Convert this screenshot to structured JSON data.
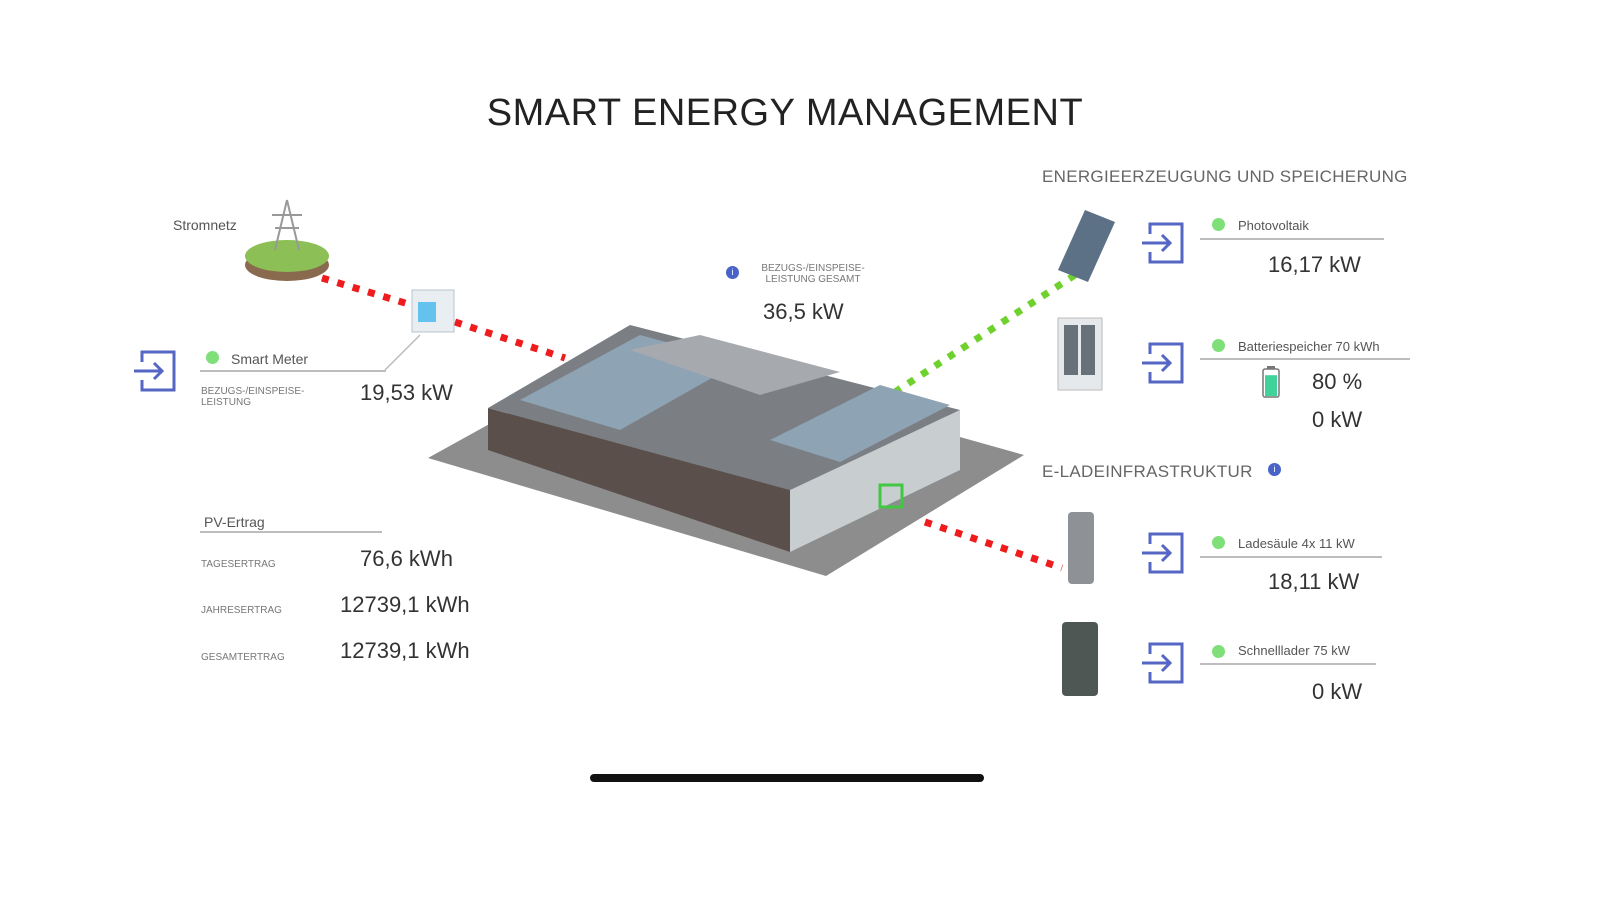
{
  "title": "SMART ENERGY MANAGEMENT",
  "grid": {
    "label": "Stromnetz"
  },
  "smart_meter": {
    "label": "Smart Meter",
    "sublabel": "BEZUGS-/EINSPEISE-LEISTUNG",
    "value": "19,53 kW",
    "status_color": "#7fe07a"
  },
  "total": {
    "label": "BEZUGS-/EINSPEISE-LEISTUNG GESAMT",
    "value": "36,5 kW",
    "info_icon": "i"
  },
  "pv_yield": {
    "title": "PV-Ertrag",
    "rows": [
      {
        "label": "TAGESERTRAG",
        "value": "76,6 kWh"
      },
      {
        "label": "JAHRESERTRAG",
        "value": "12739,1 kWh"
      },
      {
        "label": "GESAMTERTRAG",
        "value": "12739,1 kWh"
      }
    ]
  },
  "generation": {
    "title": "ENERGIEERZEUGUNG UND SPEICHERUNG",
    "photovoltaik": {
      "label": "Photovoltaik",
      "value": "16,17 kW"
    },
    "battery": {
      "label": "Batteriespeicher 70 kWh",
      "charge_percent": 80,
      "charge_text": "80 %",
      "value": "0 kW"
    }
  },
  "charging": {
    "title": "E-LADEINFRASTRUKTUR",
    "info_icon": "i",
    "ladesaeule": {
      "label": "Ladesäule 4x 11 kW",
      "value": "18,11 kW"
    },
    "schnelllader": {
      "label": "Schnelllader 75 kW",
      "value": "0 kW"
    }
  },
  "colors": {
    "accent": "#5566c4",
    "status": "#7fe07a",
    "import_flow": "#ee1c1c",
    "export_flow": "#6fd12e"
  }
}
